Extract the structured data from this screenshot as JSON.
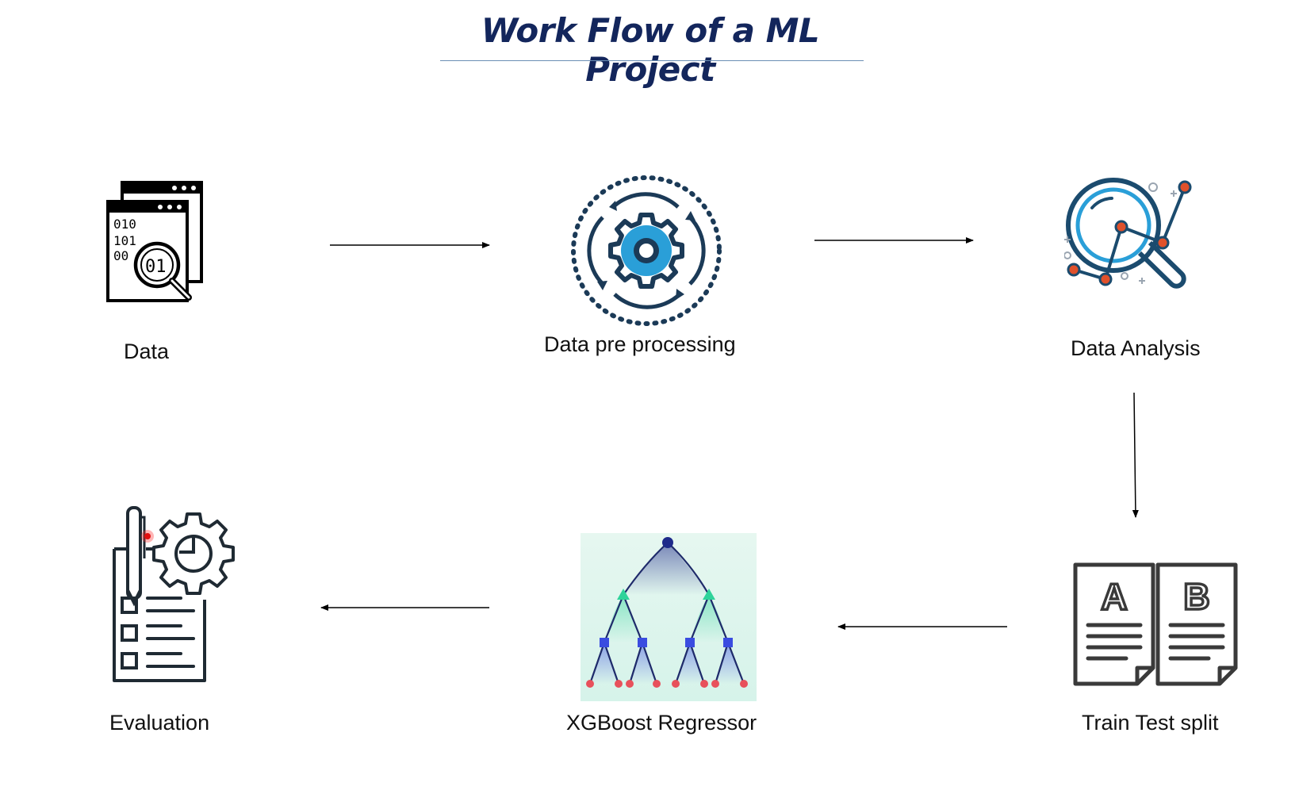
{
  "title": "Work Flow of a ML Project",
  "steps": [
    {
      "label": "Data",
      "icon": "binary-data-magnifier-icon"
    },
    {
      "label": "Data pre processing",
      "icon": "gear-cycle-icon"
    },
    {
      "label": "Data Analysis",
      "icon": "analytics-magnifier-icon"
    },
    {
      "label": "Train Test split",
      "icon": "ab-documents-icon"
    },
    {
      "label": "XGBoost Regressor",
      "icon": "decision-tree-icon"
    },
    {
      "label": "Evaluation",
      "icon": "checklist-gear-icon"
    }
  ],
  "data_icon_text": [
    "010",
    "101",
    "00",
    "01"
  ],
  "ab_letters": [
    "A",
    "B"
  ],
  "colors": {
    "title": "#13265c",
    "accent_blue": "#2a9fd8",
    "navy": "#1b3a57",
    "orange": "#e0512b",
    "tree_green": "#2ed39a",
    "tree_leaf": "#e8505b"
  }
}
